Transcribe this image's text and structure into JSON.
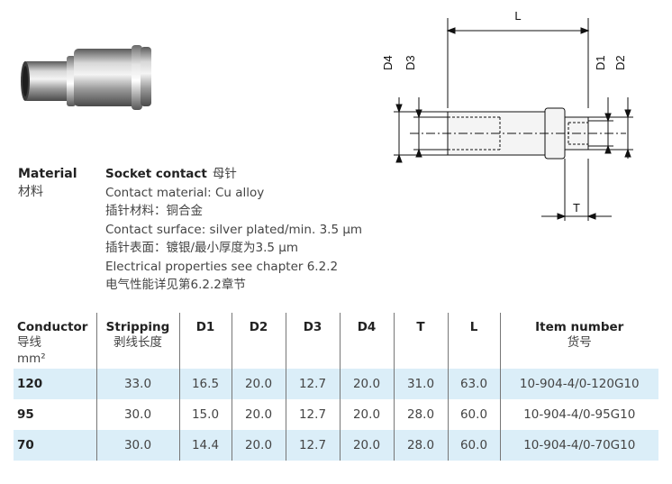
{
  "material": {
    "label": "Material",
    "label_cn": "材料"
  },
  "spec": {
    "title": "Socket contact",
    "title_cn": "母针",
    "lines": [
      "Contact material: Cu alloy",
      "插针材料：铜合金",
      "Contact surface: silver plated/min. 3.5 µm",
      "插针表面：镀银/最小厚度为3.5 µm",
      "Electrical properties see chapter 6.2.2",
      "电气性能详见第6.2.2章节"
    ]
  },
  "drawing": {
    "dim_L": "L",
    "dim_D1": "D1",
    "dim_D2": "D2",
    "dim_D3": "D3",
    "dim_D4": "D4",
    "dim_T": "T"
  },
  "table": {
    "headers": {
      "conductor": "Conductor",
      "conductor_cn": "导线",
      "conductor_unit": "mm²",
      "stripping": "Stripping",
      "stripping_cn": "剥线长度",
      "d1": "D1",
      "d2": "D2",
      "d3": "D3",
      "d4": "D4",
      "t": "T",
      "l": "L",
      "item": "Item number",
      "item_cn": "货号"
    },
    "rows": [
      {
        "conductor": "120",
        "stripping": "33.0",
        "d1": "16.5",
        "d2": "20.0",
        "d3": "12.7",
        "d4": "20.0",
        "t": "31.0",
        "l": "63.0",
        "item": "10-904-4/0-120G10"
      },
      {
        "conductor": "95",
        "stripping": "30.0",
        "d1": "15.0",
        "d2": "20.0",
        "d3": "12.7",
        "d4": "20.0",
        "t": "28.0",
        "l": "60.0",
        "item": "10-904-4/0-95G10"
      },
      {
        "conductor": "70",
        "stripping": "30.0",
        "d1": "14.4",
        "d2": "20.0",
        "d3": "12.7",
        "d4": "20.0",
        "t": "28.0",
        "l": "60.0",
        "item": "10-904-4/0-70G10"
      }
    ]
  },
  "colors": {
    "row_shade": "#dbeef8",
    "text": "#333333"
  }
}
